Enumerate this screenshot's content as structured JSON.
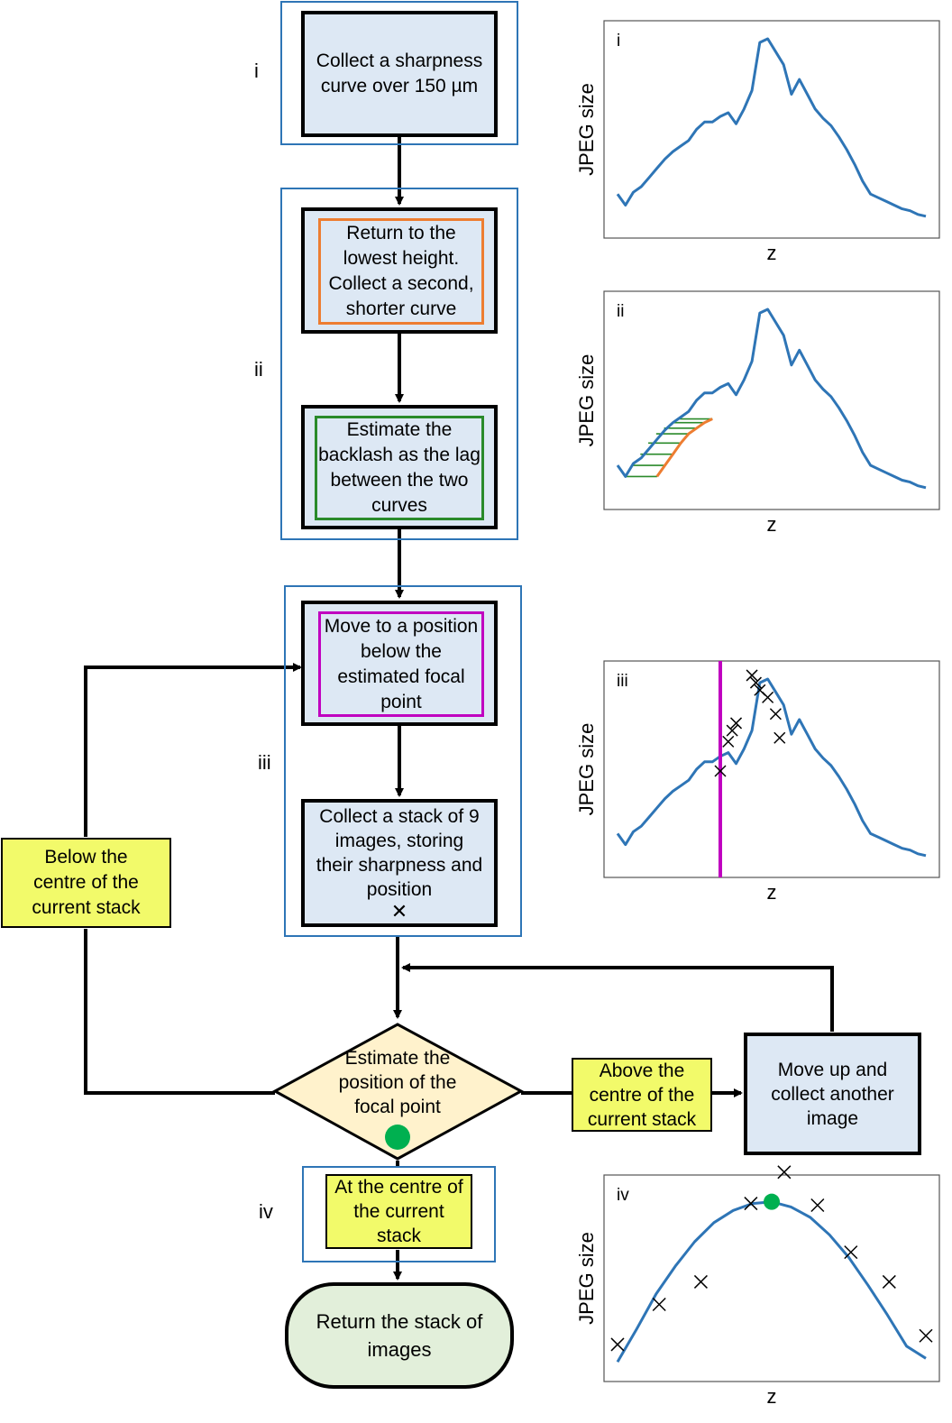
{
  "flow": {
    "group_labels": {
      "i": "i",
      "ii": "ii",
      "iii": "iii",
      "iv": "iv"
    },
    "step1": "Collect a sharpness\ncurve over 150 µm",
    "step2": "Return to the\nlowest height.\nCollect a second,\nshorter curve",
    "step3": "Estimate the\nbacklash as the lag\nbetween the two\ncurves",
    "step4": "Move to a position\nbelow the\nestimated focal\npoint",
    "step5": "Collect a stack of 9\nimages, storing\ntheir sharpness and\nposition",
    "step5_marker": "✕",
    "decision": "Estimate the\nposition of the\nfocal point",
    "cond_below": "Below the\ncentre of the\ncurrent stack",
    "cond_above": "Above the\ncentre of the\ncurrent stack",
    "cond_at": "At the centre of\nthe current\nstack",
    "move_up": "Move up and\ncollect another\nimage",
    "terminal": "Return the stack of\nimages"
  },
  "colors": {
    "group_border": "#2e75b6",
    "step_fill": "#dde8f4",
    "decision_fill": "#fff2cc",
    "condition_fill": "#f2fa6a",
    "terminal_fill": "#e2efda",
    "curve": "#2e75b6",
    "orange": "#ed7d31",
    "green": "#2a8a2a",
    "magenta": "#c000c0",
    "focal_dot": "#00b050"
  },
  "chart_data": [
    {
      "panel": "i",
      "type": "line",
      "ylabel": "JPEG size",
      "xlabel": "z",
      "series": [
        {
          "values": [
            0.16,
            0.1,
            0.17,
            0.2,
            0.25,
            0.3,
            0.35,
            0.39,
            0.42,
            0.45,
            0.51,
            0.55,
            0.55,
            0.58,
            0.6,
            0.54,
            0.62,
            0.72,
            0.98,
            1.0,
            0.93,
            0.86,
            0.7,
            0.78,
            0.7,
            0.62,
            0.57,
            0.53,
            0.47,
            0.4,
            0.32,
            0.23,
            0.16,
            0.14,
            0.12,
            0.1,
            0.08,
            0.07,
            0.05,
            0.04
          ]
        }
      ]
    },
    {
      "panel": "ii",
      "type": "line",
      "ylabel": "JPEG size",
      "xlabel": "z",
      "series": [
        {
          "values": [
            0.16,
            0.1,
            0.17,
            0.2,
            0.25,
            0.3,
            0.35,
            0.39,
            0.42,
            0.45,
            0.51,
            0.55,
            0.55,
            0.58,
            0.6,
            0.54,
            0.62,
            0.72,
            0.98,
            1.0,
            0.93,
            0.86,
            0.7,
            0.78,
            0.7,
            0.62,
            0.57,
            0.53,
            0.47,
            0.4,
            0.32,
            0.23,
            0.16,
            0.14,
            0.12,
            0.1,
            0.08,
            0.07,
            0.05,
            0.04
          ]
        },
        {
          "values": [
            0.1,
            0.16,
            0.22,
            0.28,
            0.33,
            0.36,
            0.39,
            0.41
          ]
        }
      ]
    },
    {
      "panel": "iii",
      "type": "line",
      "ylabel": "JPEG size",
      "xlabel": "z",
      "series": [
        {
          "values": [
            0.16,
            0.1,
            0.17,
            0.2,
            0.25,
            0.3,
            0.35,
            0.39,
            0.42,
            0.45,
            0.51,
            0.55,
            0.55,
            0.58,
            0.6,
            0.54,
            0.62,
            0.72,
            0.98,
            1.0,
            0.93,
            0.86,
            0.7,
            0.78,
            0.7,
            0.62,
            0.57,
            0.53,
            0.47,
            0.4,
            0.32,
            0.23,
            0.16,
            0.14,
            0.12,
            0.1,
            0.08,
            0.07,
            0.05,
            0.04
          ]
        }
      ]
    },
    {
      "panel": "iv",
      "type": "line",
      "ylabel": "JPEG size",
      "xlabel": "z",
      "series": [
        {
          "values": [
            0.03,
            0.22,
            0.42,
            0.58,
            0.72,
            0.83,
            0.9,
            0.94,
            0.95,
            0.92,
            0.86,
            0.76,
            0.63,
            0.47,
            0.3,
            0.12,
            0.05
          ]
        }
      ]
    }
  ]
}
